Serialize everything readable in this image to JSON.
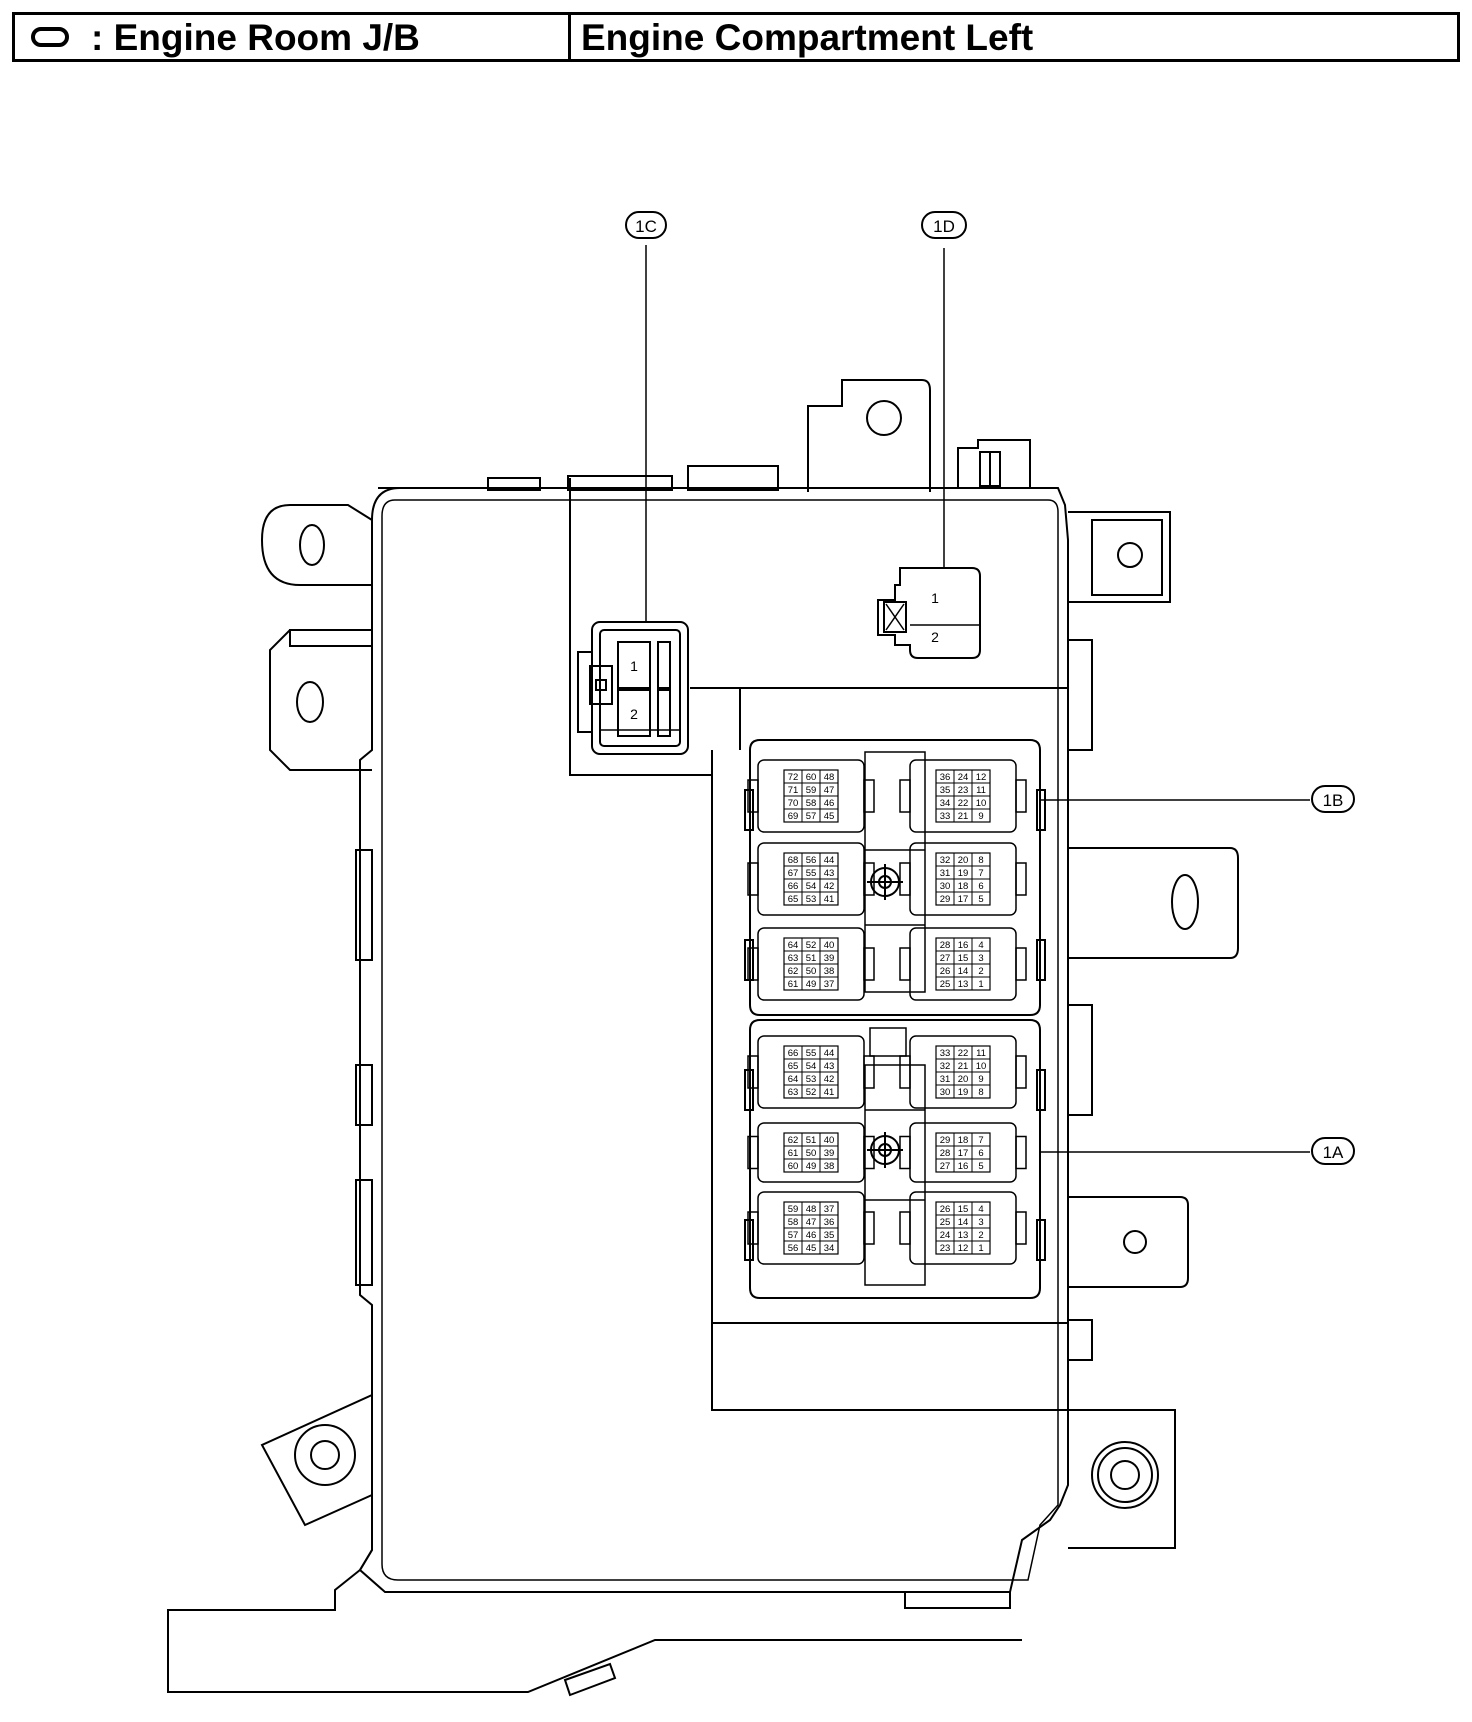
{
  "header": {
    "legend_label": ": Engine Room J/B",
    "location": "Engine Compartment Left"
  },
  "connectors": {
    "c1C": {
      "callout": "1C",
      "pins": [
        "1",
        "2"
      ]
    },
    "c1D": {
      "callout": "1D",
      "pins": [
        "1",
        "2"
      ]
    },
    "c1B": {
      "callout": "1B",
      "blocks": [
        [
          "72",
          "60",
          "48",
          "71",
          "59",
          "47",
          "70",
          "58",
          "46",
          "69",
          "57",
          "45"
        ],
        [
          "36",
          "24",
          "12",
          "35",
          "23",
          "11",
          "34",
          "22",
          "10",
          "33",
          "21",
          "9"
        ],
        [
          "68",
          "56",
          "44",
          "67",
          "55",
          "43",
          "66",
          "54",
          "42",
          "65",
          "53",
          "41"
        ],
        [
          "32",
          "20",
          "8",
          "31",
          "19",
          "7",
          "30",
          "18",
          "6",
          "29",
          "17",
          "5"
        ],
        [
          "64",
          "52",
          "40",
          "63",
          "51",
          "39",
          "62",
          "50",
          "38",
          "61",
          "49",
          "37"
        ],
        [
          "28",
          "16",
          "4",
          "27",
          "15",
          "3",
          "26",
          "14",
          "2",
          "25",
          "13",
          "1"
        ]
      ]
    },
    "c1A": {
      "callout": "1A",
      "blocks": [
        [
          "66",
          "55",
          "44",
          "65",
          "54",
          "43",
          "64",
          "53",
          "42",
          "63",
          "52",
          "41"
        ],
        [
          "33",
          "22",
          "11",
          "32",
          "21",
          "10",
          "31",
          "20",
          "9",
          "30",
          "19",
          "8"
        ],
        [
          "62",
          "51",
          "40",
          "61",
          "50",
          "39",
          "60",
          "49",
          "38"
        ],
        [
          "29",
          "18",
          "7",
          "28",
          "17",
          "6",
          "27",
          "16",
          "5"
        ],
        [
          "59",
          "48",
          "37",
          "58",
          "47",
          "36",
          "57",
          "46",
          "35",
          "56",
          "45",
          "34"
        ],
        [
          "26",
          "15",
          "4",
          "25",
          "14",
          "3",
          "24",
          "13",
          "2",
          "23",
          "12",
          "1"
        ]
      ]
    }
  }
}
